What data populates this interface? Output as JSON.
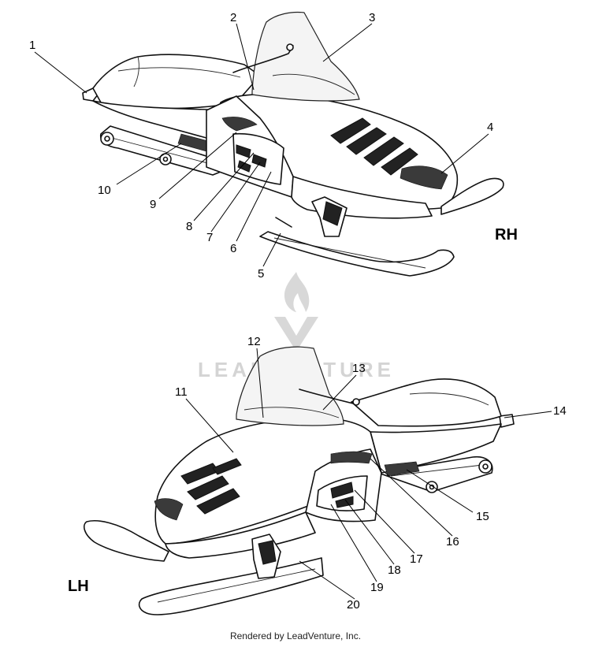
{
  "views": {
    "rh": {
      "label": "RH",
      "callouts": [
        "1",
        "2",
        "3",
        "4",
        "5",
        "6",
        "7",
        "8",
        "9",
        "10"
      ]
    },
    "lh": {
      "label": "LH",
      "callouts": [
        "11",
        "12",
        "13",
        "14",
        "15",
        "16",
        "17",
        "18",
        "19",
        "20"
      ]
    }
  },
  "watermark": {
    "brand": "LEADVENTURE"
  },
  "footer": {
    "credit": "Rendered by LeadVenture, Inc."
  }
}
